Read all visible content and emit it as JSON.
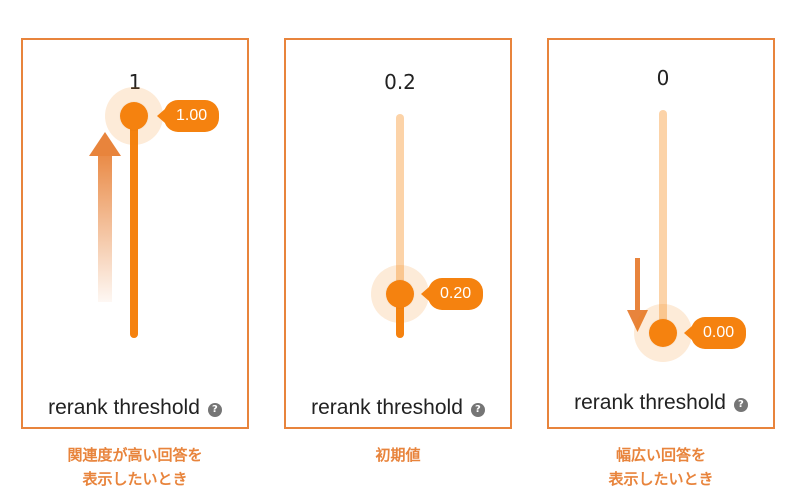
{
  "colors": {
    "accent": "#f5820f",
    "accent_light": "#fcd3a8",
    "border": "#e8843c"
  },
  "sliders": [
    {
      "max_label": "1",
      "value": 1.0,
      "value_display": "1.00",
      "label": "rerank threshold",
      "help_icon": "?",
      "hint_arrow": "up",
      "caption_lines": [
        "関連度が高い回答を",
        "表示したいとき"
      ]
    },
    {
      "max_label": "0.2",
      "value": 0.2,
      "value_display": "0.20",
      "label": "rerank threshold",
      "help_icon": "?",
      "hint_arrow": "none",
      "caption_lines": [
        "初期値"
      ]
    },
    {
      "max_label": "0",
      "value": 0.0,
      "value_display": "0.00",
      "label": "rerank threshold",
      "help_icon": "?",
      "hint_arrow": "down",
      "caption_lines": [
        "幅広い回答を",
        "表示したいとき"
      ]
    }
  ]
}
